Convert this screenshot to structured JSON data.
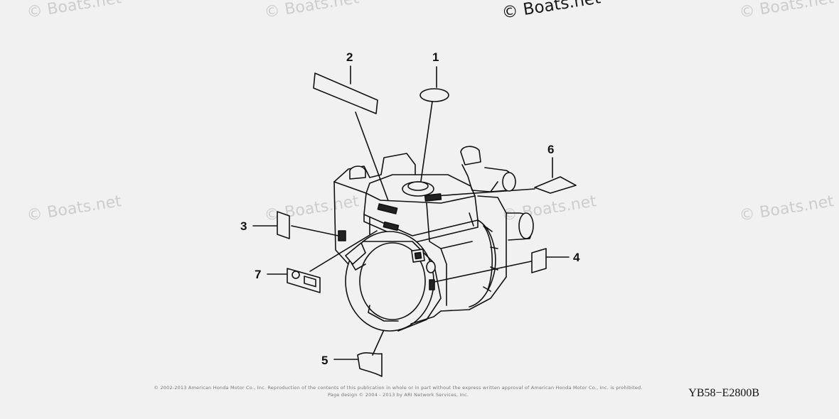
{
  "watermarks": {
    "text": "© Boats.net",
    "main": "© Boats.net"
  },
  "callouts": {
    "c1": "1",
    "c2": "2",
    "c3": "3",
    "c4": "4",
    "c5": "5",
    "c6": "6",
    "c7": "7"
  },
  "footer": {
    "copyright_line1": "© 2002-2013 American Honda Motor Co., Inc. Reproduction of the contents of this publication in whole or in part without the express written approval of American Honda Motor Co., Inc. is prohibited.",
    "copyright_line2": "Page design © 2004 - 2013 by ARI Network Services, Inc.",
    "diagram_code": "YB58−E2800B"
  }
}
